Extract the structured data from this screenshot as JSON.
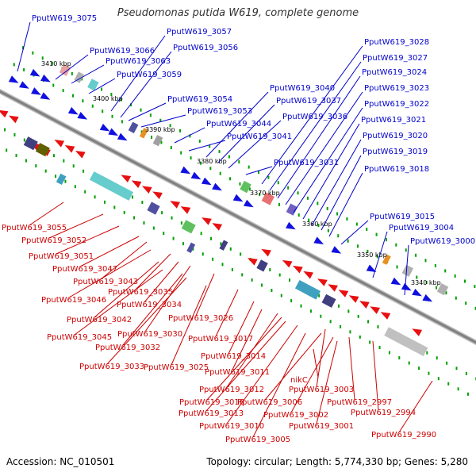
{
  "title": "Pseudomonas putida W619, complete genome",
  "accession": "Accession: NC_010501",
  "summary": "Topology: circular; Length: 5,774,330 bp; Genes: 5,280",
  "colors": {
    "forward_label": "#0000cc",
    "reverse_label": "#cc0000",
    "forward_arrow": "#1010e0",
    "reverse_arrow": "#e81010",
    "backbone": "#808080",
    "tick": "#00a000"
  },
  "ticks": [
    "3410 kbp",
    "3400 kbp",
    "3390 kbp",
    "3380 kbp",
    "3370 kbp",
    "3360 kbp",
    "3350 kbp",
    "3340 kbp"
  ],
  "forward_labels": [
    "PputW619_3075",
    "PputW619_3066",
    "PputW619_3063",
    "PputW619_3059",
    "PputW619_3057",
    "PputW619_3056",
    "PputW619_3054",
    "PputW619_3053",
    "PputW619_3044",
    "PputW619_3041",
    "PputW619_3040",
    "PputW619_3037",
    "PputW619_3036",
    "PputW619_3031",
    "PputW619_3028",
    "PputW619_3027",
    "PputW619_3024",
    "PputW619_3023",
    "PputW619_3022",
    "PputW619_3021",
    "PputW619_3020",
    "PputW619_3019",
    "PputW619_3018",
    "PputW619_3015",
    "PputW619_3004",
    "PputW619_3000"
  ],
  "reverse_labels": [
    "PputW619_3055",
    "PputW619_3052",
    "PputW619_3051",
    "PputW619_3047",
    "PputW619_3043",
    "PputW619_3046",
    "PputW619_3035",
    "PputW619_3034",
    "PputW619_3042",
    "PputW619_3045",
    "PputW619_3030",
    "PputW619_3032",
    "PputW619_3033",
    "PputW619_3026",
    "PputW619_3025",
    "PputW619_3017",
    "PputW619_3014",
    "PputW619_3011",
    "PputW619_3012",
    "PputW619_3016",
    "PputW619_3013",
    "PputW619_3010",
    "PputW619_3005",
    "nikC",
    "PputW619_3003",
    "PputW619_3006",
    "PputW619_3002",
    "PputW619_3001",
    "PputW619_2997",
    "PputW619_2994",
    "PputW619_2990"
  ]
}
